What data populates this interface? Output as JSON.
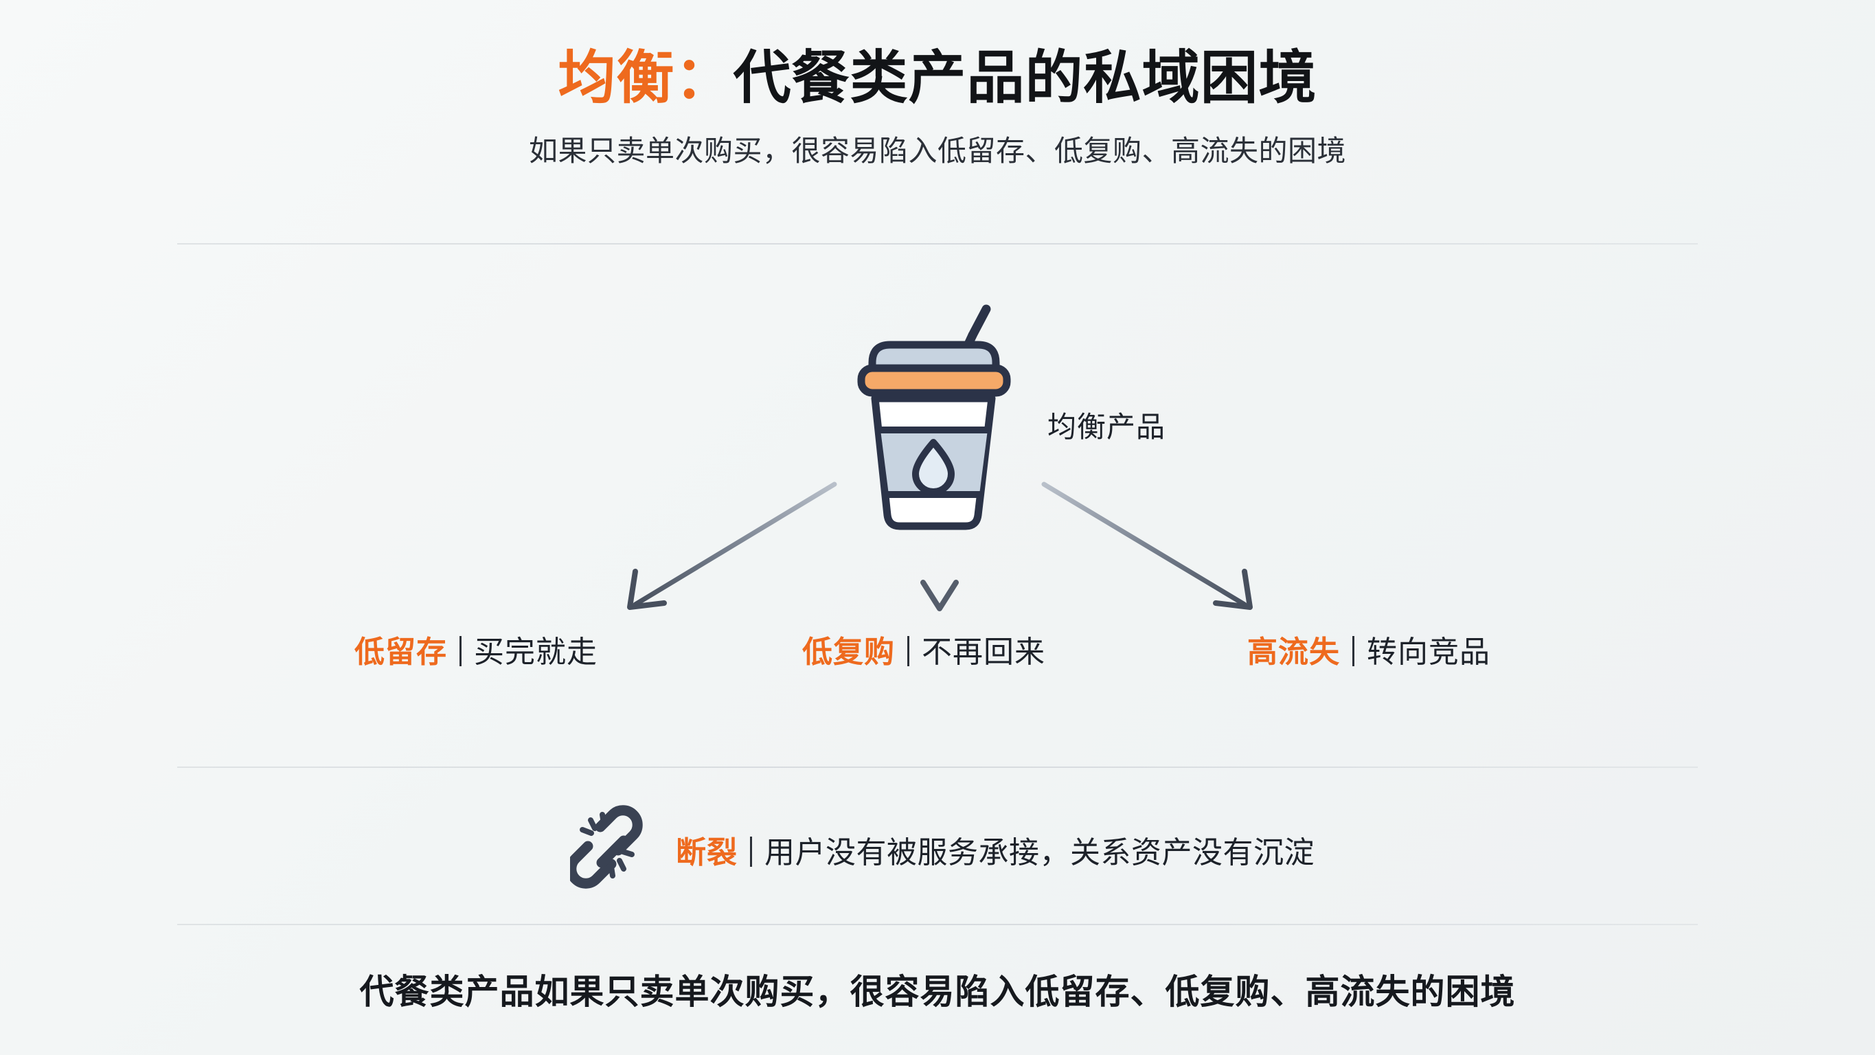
{
  "header": {
    "title_accent": "均衡：",
    "title_rest": "代餐类产品的私域困境",
    "subtitle": "如果只卖单次购买，很容易陷入低留存、低复购、高流失的困境"
  },
  "diagram": {
    "source_label": "均衡产品",
    "source_icon": "drink-cup-icon",
    "branches": [
      {
        "key": "低留存",
        "sep": "|",
        "value": "买完就走",
        "arrow_icon": "arrow-down-left-icon"
      },
      {
        "key": "低复购",
        "sep": "|",
        "value": "不再回来",
        "arrow_icon": "arrow-down-icon"
      },
      {
        "key": "高流失",
        "sep": "|",
        "value": "转向竞品",
        "arrow_icon": "arrow-down-right-icon"
      }
    ]
  },
  "break_note": {
    "icon": "broken-chain-icon",
    "key": "断裂",
    "sep": "|",
    "value": "用户没有被服务承接，关系资产没有沉淀"
  },
  "footer": {
    "text": "代餐类产品如果只卖单次购买，很容易陷入低留存、低复购、高流失的困境"
  },
  "colors": {
    "accent": "#ee6a1e",
    "ink": "#1d222a",
    "cup_outline": "#2b3348",
    "cup_fill": "#c7d3e0",
    "cup_band": "#f5a968",
    "arrow": "#58606e",
    "background": "#f4f6f7",
    "divider": "#d9dee1"
  }
}
